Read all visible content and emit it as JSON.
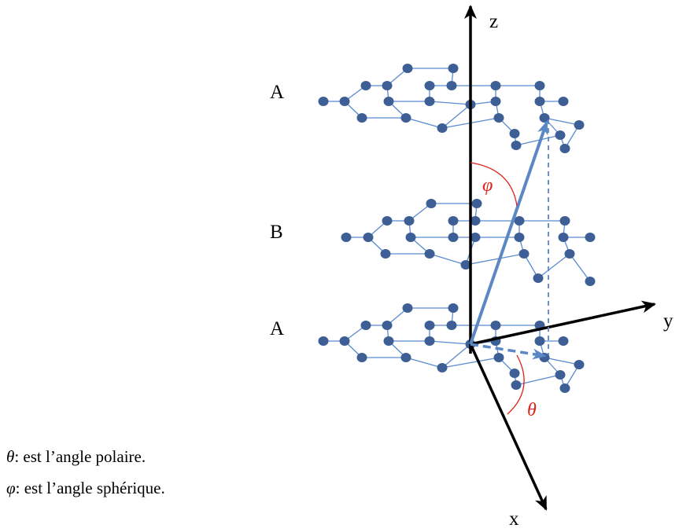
{
  "axes": {
    "x": "x",
    "y": "y",
    "z": "z"
  },
  "layers": {
    "top": "A",
    "middle": "B",
    "bottom": "A"
  },
  "angles": {
    "phi": "φ",
    "theta": "θ"
  },
  "legend": [
    {
      "symbol": "θ",
      "text": ": est l’angle polaire."
    },
    {
      "symbol": "φ",
      "text": ": est l’angle sphérique."
    }
  ],
  "colors": {
    "atom": "#3D5F95",
    "bond": "#5A8AD0",
    "vector": "#5B87C5",
    "angle_arc": "#E0201A",
    "axis": "#000000"
  }
}
